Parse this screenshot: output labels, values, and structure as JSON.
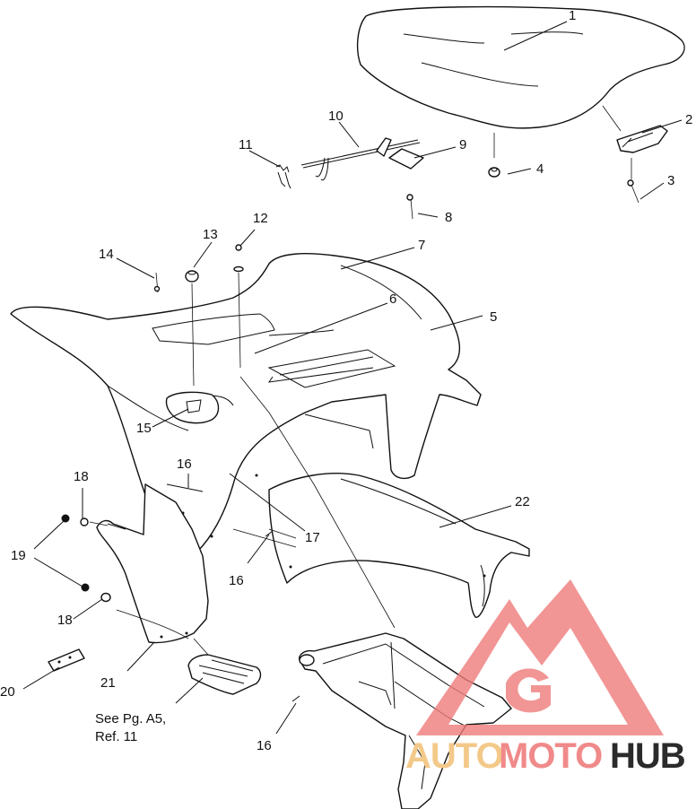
{
  "callouts": [
    {
      "label": "1"
    },
    {
      "label": "2"
    },
    {
      "label": "3"
    },
    {
      "label": "4"
    },
    {
      "label": "5"
    },
    {
      "label": "6"
    },
    {
      "label": "7"
    },
    {
      "label": "8"
    },
    {
      "label": "9"
    },
    {
      "label": "10"
    },
    {
      "label": "11"
    },
    {
      "label": "12"
    },
    {
      "label": "13"
    },
    {
      "label": "14"
    },
    {
      "label": "15"
    },
    {
      "label": "16"
    },
    {
      "label": "16"
    },
    {
      "label": "16"
    },
    {
      "label": "17"
    },
    {
      "label": "18"
    },
    {
      "label": "18"
    },
    {
      "label": "19"
    },
    {
      "label": "20"
    },
    {
      "label": "21"
    },
    {
      "label": "22"
    }
  ],
  "note": {
    "line1": "See Pg. A5,",
    "line2": "Ref. 11"
  },
  "watermark": {
    "part1": "AUTO",
    "part2": "MOTO",
    "part3": "HUB",
    "colors": {
      "auto": "#f3c98a",
      "moto": "#f08a8a",
      "hub": "#2b2b2b",
      "logo": "#ef7b7b"
    }
  }
}
